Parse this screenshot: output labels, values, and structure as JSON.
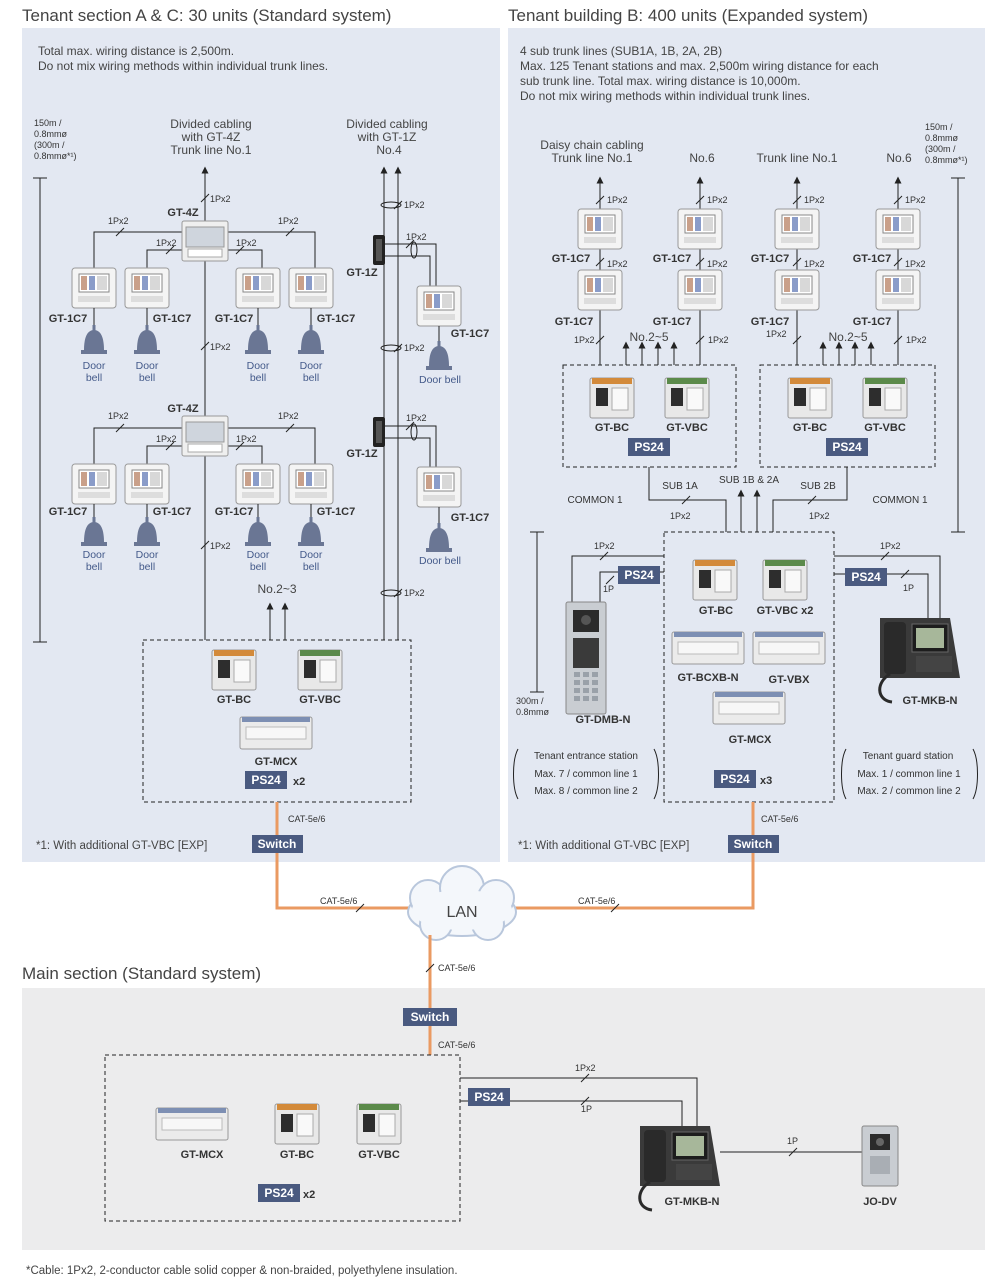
{
  "titles": {
    "tenant_ac": "Tenant section A & C: 30 units (Standard system)",
    "tenant_b": "Tenant building B: 400 units (Expanded system)",
    "main": "Main section  (Standard system)"
  },
  "notes": {
    "ac_line1": "Total max. wiring distance is 2,500m.",
    "ac_line2": "Do not mix wiring methods within individual trunk lines.",
    "b_line1": "4 sub trunk lines (SUB1A, 1B, 2A, 2B)",
    "b_line2": "Max. 125 Tenant stations and max. 2,500m wiring distance for each",
    "b_line3": "sub trunk line. Total max. wiring distance is 10,000m.",
    "b_line4": "Do not mix wiring methods within individual trunk lines."
  },
  "distances": {
    "ac_150_l1": "150m /",
    "ac_150_l2": "0.8mmø",
    "ac_150_l3": "(300m /",
    "ac_150_l4": "0.8mmø*¹)",
    "b_150_l1": "150m /",
    "b_150_l2": "0.8mmø",
    "b_150_l3": "(300m /",
    "b_150_l4": "0.8mmø*¹)",
    "b_300_l1": "300m /",
    "b_300_l2": "0.8mmø"
  },
  "captions": {
    "div4z_l1": "Divided cabling",
    "div4z_l2": "with GT-4Z",
    "div4z_l3": "Trunk line No.1",
    "div1z_l1": "Divided cabling",
    "div1z_l2": "with GT-1Z",
    "div1z_l3": "No.4",
    "daisy_l1": "Daisy chain cabling",
    "daisy_l2": "Trunk line No.1",
    "no6": "No.6",
    "trunk1": "Trunk line No.1",
    "no25": "No.2~5",
    "no23": "No.2~3",
    "common1": "COMMON 1",
    "sub1a": "SUB 1A",
    "sub1b2a": "SUB 1B & 2A",
    "sub2b": "SUB 2B",
    "lan": "LAN",
    "entrance_l1": "Tenant entrance station",
    "entrance_l2": "Max. 7 / common line 1",
    "entrance_l3": "Max. 8 / common line 2",
    "guard_l1": "Tenant guard station",
    "guard_l2": "Max. 1 / common line 1",
    "guard_l3": "Max. 2 / common line 2"
  },
  "wire_labels": {
    "p1x2": "1Px2",
    "p1": "1P",
    "cat": "CAT-5e/6"
  },
  "devices": {
    "gt4z": "GT-4Z",
    "gt1z": "GT-1Z",
    "gt1c7": "GT-1C7",
    "doorbell_l1": "Door",
    "doorbell_l2": "bell",
    "doorbell": "Door bell",
    "gtbc": "GT-BC",
    "gtvbc": "GT-VBC",
    "gtvbc_x2": "GT-VBC x2",
    "gtmcx": "GT-MCX",
    "gtbcxbn": "GT-BCXB-N",
    "gtvbx": "GT-VBX",
    "gtdmbn": "GT-DMB-N",
    "gtmkbn": "GT-MKB-N",
    "jodv": "JO-DV",
    "ps24": "PS24",
    "x2": "x2",
    "x3": "x3",
    "switch": "Switch"
  },
  "footnotes": {
    "ac": "*1: With additional GT-VBC [EXP]",
    "b": "*1: With additional GT-VBC [EXP]",
    "cable": "*Cable: 1Px2, 2-conductor cable solid copper & non-braided, polyethylene insulation."
  },
  "colors": {
    "panel_blue": "#e3e8f2",
    "panel_grey": "#ececed",
    "badge": "#4a5a80",
    "cable_orange": "#ea9a62"
  }
}
